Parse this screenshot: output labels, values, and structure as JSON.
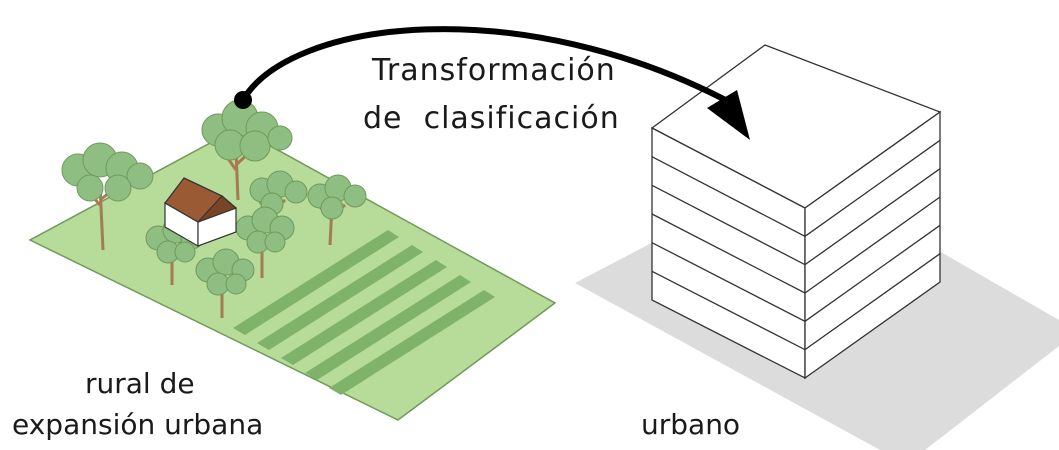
{
  "transformation": {
    "line1": "Transformación",
    "line2": "de  clasificación"
  },
  "rural": {
    "line1": "rural de",
    "line2": "expansión urbana",
    "plot_color": "#b7db98",
    "row_color": "#7fb36a",
    "tree_color": "#8fbe82",
    "trunk_color": "#a77b52",
    "roof_color": "#9a5a33"
  },
  "urban": {
    "label": "urbano",
    "ground_color": "#dcdcdc",
    "building_color": "#ffffff",
    "floors": 6
  },
  "arrow_color": "#000000"
}
